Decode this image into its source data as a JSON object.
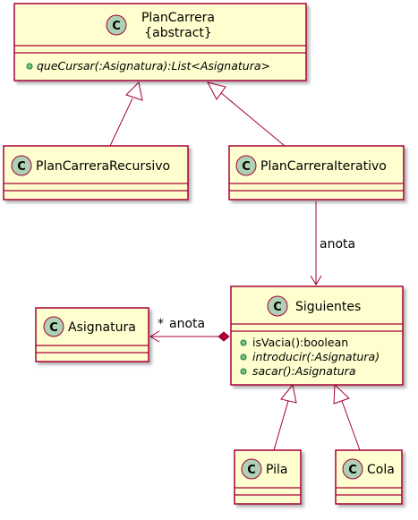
{
  "colors": {
    "class_fill": "#FEFECE",
    "class_border": "#A80036",
    "circle_fill": "#ADD1B2",
    "edge": "#A80036",
    "visibility_public": "#84BE84"
  },
  "classes": {
    "plan_carrera": {
      "name": "PlanCarrera",
      "stereotype": "{abstract}",
      "circle_letter": "C",
      "methods": [
        "queCursar(:Asignatura):List<Asignatura>"
      ]
    },
    "recursivo": {
      "name": "PlanCarreraRecursivo",
      "circle_letter": "C"
    },
    "iterativo": {
      "name": "PlanCarreraIterativo",
      "circle_letter": "C"
    },
    "asignatura": {
      "name": "Asignatura",
      "circle_letter": "C"
    },
    "siguientes": {
      "name": "Siguientes",
      "circle_letter": "C",
      "methods": [
        "isVacia():boolean",
        "introducir(:Asignatura)",
        "sacar():Asignatura"
      ]
    },
    "pila": {
      "name": "Pila",
      "circle_letter": "C"
    },
    "cola": {
      "name": "Cola",
      "circle_letter": "C"
    }
  },
  "edges": {
    "iterativo_to_siguientes_label": "anota",
    "siguientes_to_asignatura_label": "anota",
    "siguientes_to_asignatura_multiplicity": "*"
  }
}
